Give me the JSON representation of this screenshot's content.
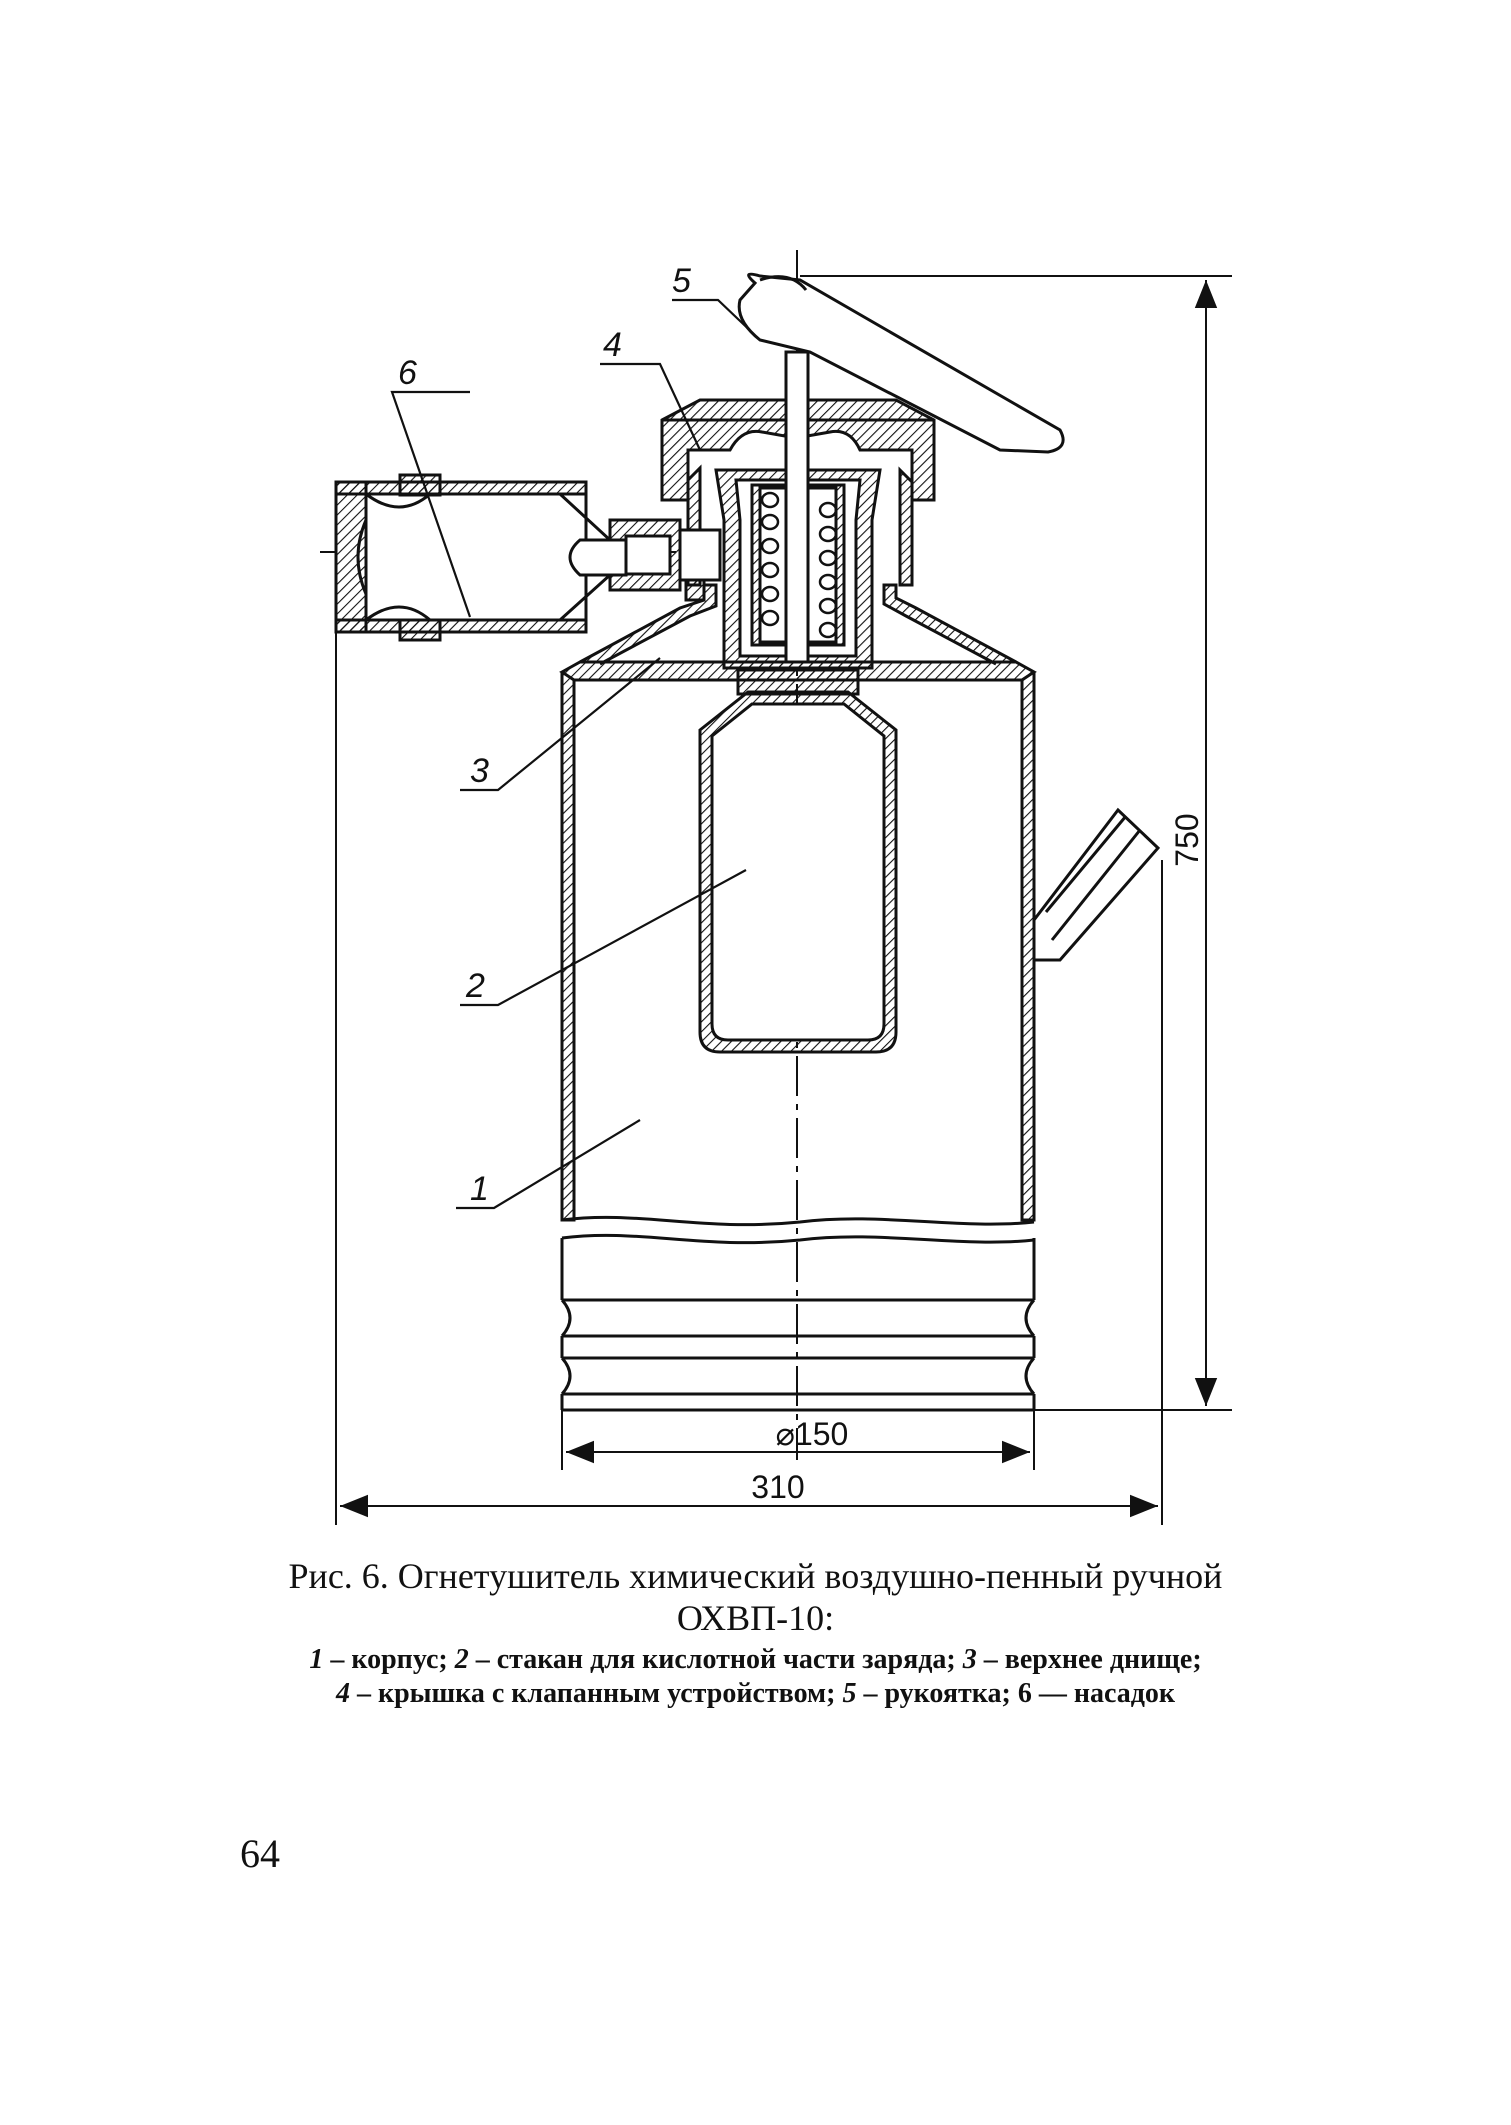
{
  "figure": {
    "callouts": [
      "1",
      "2",
      "3",
      "4",
      "5",
      "6"
    ],
    "dimensions": {
      "height": "750",
      "diameter": "⌀150",
      "width": "310"
    }
  },
  "caption": {
    "title_line1": "Рис. 6. Огнетушитель химический воздушно-пенный ручной",
    "title_line2": "ОХВП-10:",
    "legend": [
      {
        "num": "1",
        "text": "корпус;"
      },
      {
        "num": "2",
        "text": "стакан для кислотной части заряда;"
      },
      {
        "num": "3",
        "text": "верхнее днище;"
      },
      {
        "num": "4",
        "text": "крышка с клапанным устройством;"
      },
      {
        "num": "5",
        "text": "рукоятка;"
      },
      {
        "num": "6",
        "text": "насадок"
      }
    ]
  },
  "page_number": "64"
}
